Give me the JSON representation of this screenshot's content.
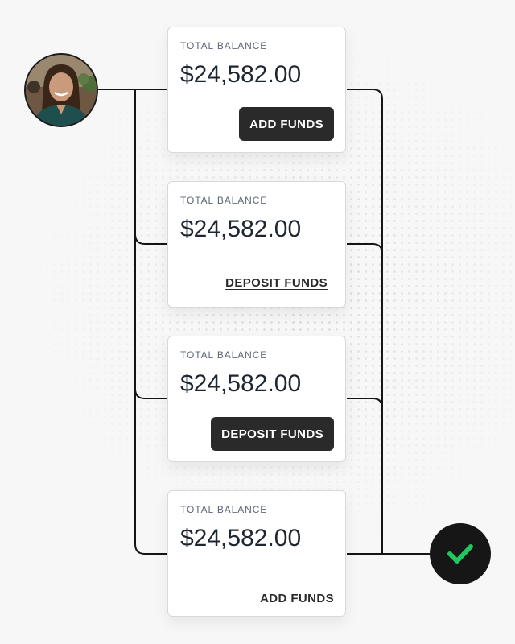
{
  "cards": [
    {
      "label": "TOTAL BALANCE",
      "amount": "$24,582.00",
      "action_label": "ADD FUNDS",
      "action_style": "solid"
    },
    {
      "label": "TOTAL BALANCE",
      "amount": "$24,582.00",
      "action_label": "DEPOSIT FUNDS",
      "action_style": "link"
    },
    {
      "label": "TOTAL BALANCE",
      "amount": "$24,582.00",
      "action_label": "DEPOSIT FUNDS",
      "action_style": "solid"
    },
    {
      "label": "TOTAL BALANCE",
      "amount": "$24,582.00",
      "action_label": "ADD FUNDS",
      "action_style": "link"
    }
  ],
  "icons": {
    "avatar": "user-avatar",
    "status": "checkmark-icon"
  },
  "colors": {
    "button_bg": "#2a2a2a",
    "check_green": "#22c55e",
    "badge_bg": "#161616"
  }
}
